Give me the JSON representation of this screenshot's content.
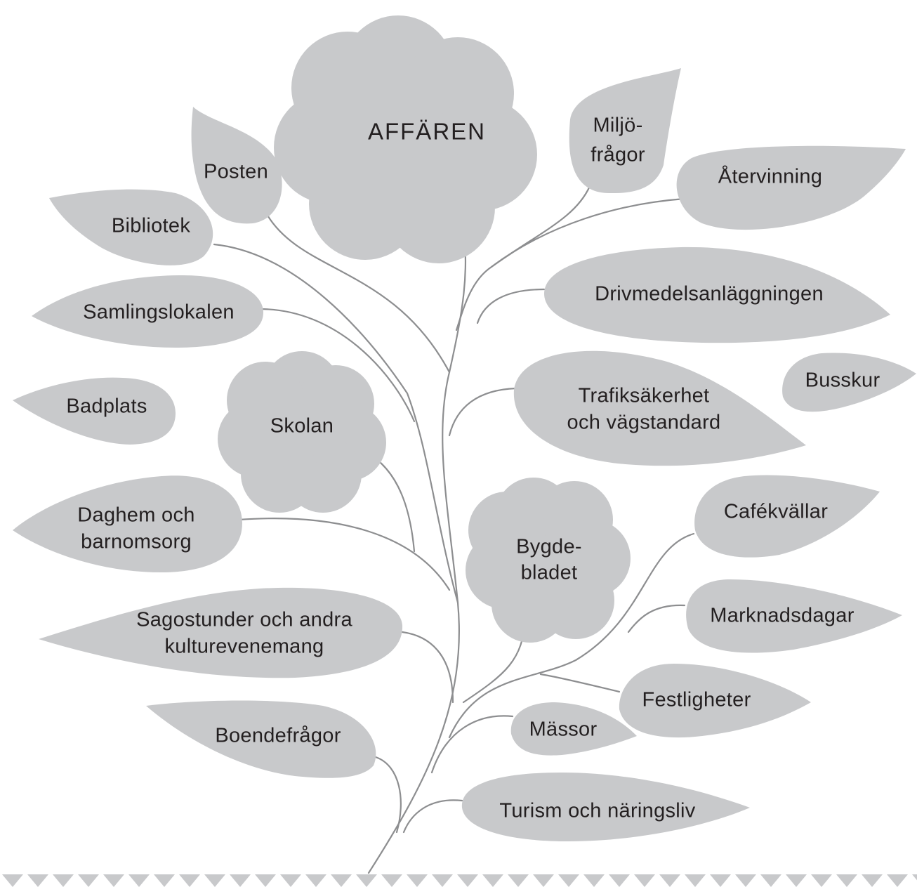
{
  "flowers": {
    "affaren": "AFFÄREN",
    "skolan": "Skolan",
    "bygdebladet": [
      "Bygde-",
      "bladet"
    ]
  },
  "leaves": {
    "miljofragor": [
      "Miljö-",
      "frågor"
    ],
    "atervinning": "Återvinning",
    "posten": "Posten",
    "bibliotek": "Bibliotek",
    "samlingslokalen": "Samlingslokalen",
    "badplats": "Badplats",
    "drivmedel": "Drivmedelsanläggningen",
    "trafik": [
      "Trafiksäkerhet",
      "och vägstandard"
    ],
    "busskur": "Busskur",
    "daghem": [
      "Daghem och",
      "barnomsorg"
    ],
    "cafekvallar": "Cafékvällar",
    "marknadsdagar": "Marknadsdagar",
    "sagostunder": [
      "Sagostunder och andra",
      "kulturevenemang"
    ],
    "festligheter": "Festligheter",
    "massor": "Mässor",
    "boendefragor": "Boendefrågor",
    "turism": "Turism och näringsliv"
  }
}
